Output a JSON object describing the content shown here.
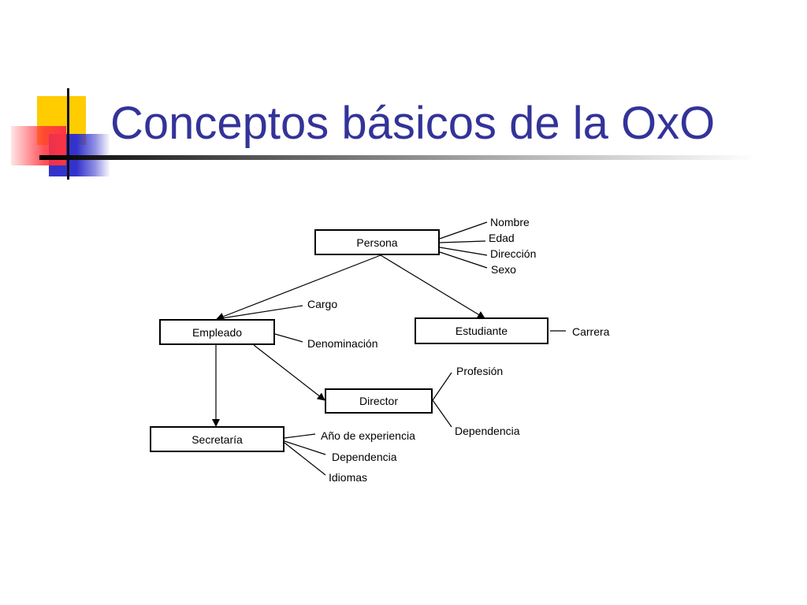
{
  "slide": {
    "title": "Conceptos básicos de la OxO"
  },
  "diagram": {
    "classes": {
      "persona": "Persona",
      "empleado": "Empleado",
      "estudiante": "Estudiante",
      "director": "Director",
      "secretaria": "Secretaría"
    },
    "attributes": {
      "persona": [
        "Nombre",
        "Edad",
        "Dirección",
        "Sexo"
      ],
      "empleado": [
        "Cargo",
        "Denominación"
      ],
      "estudiante": [
        "Carrera"
      ],
      "director": [
        "Profesión",
        "Dependencia"
      ],
      "secretaria": [
        "Año de experiencia",
        "Dependencia",
        "Idiomas"
      ]
    }
  },
  "colors": {
    "title": "#333399",
    "deco_yellow": "#ffcc00",
    "deco_blue": "#3333cc",
    "deco_red": "#ff3344"
  }
}
